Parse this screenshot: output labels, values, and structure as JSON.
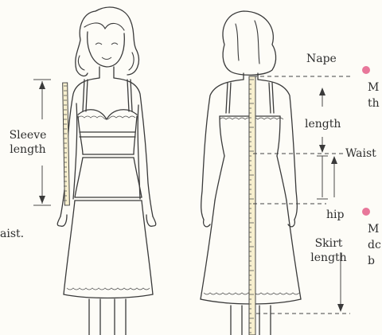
{
  "labels": {
    "nape": "Nape",
    "length": "length",
    "waist": "Waist",
    "hip": "hip",
    "skirt_line1": "Skirt",
    "skirt_line2": "length",
    "sleeve_line1": "Sleeve",
    "sleeve_line2": "length",
    "fragment_waist": "aist.",
    "right_text_top_line1": "M",
    "right_text_top_line2": "th",
    "right_text_bottom_line1": "M",
    "right_text_bottom_line2": "dc",
    "right_text_bottom_line3": "b"
  },
  "colors": {
    "bullet": "#e8779a",
    "tape": "#f7efce",
    "ink": "#3a3a3a",
    "paper": "#fdfcf7"
  }
}
